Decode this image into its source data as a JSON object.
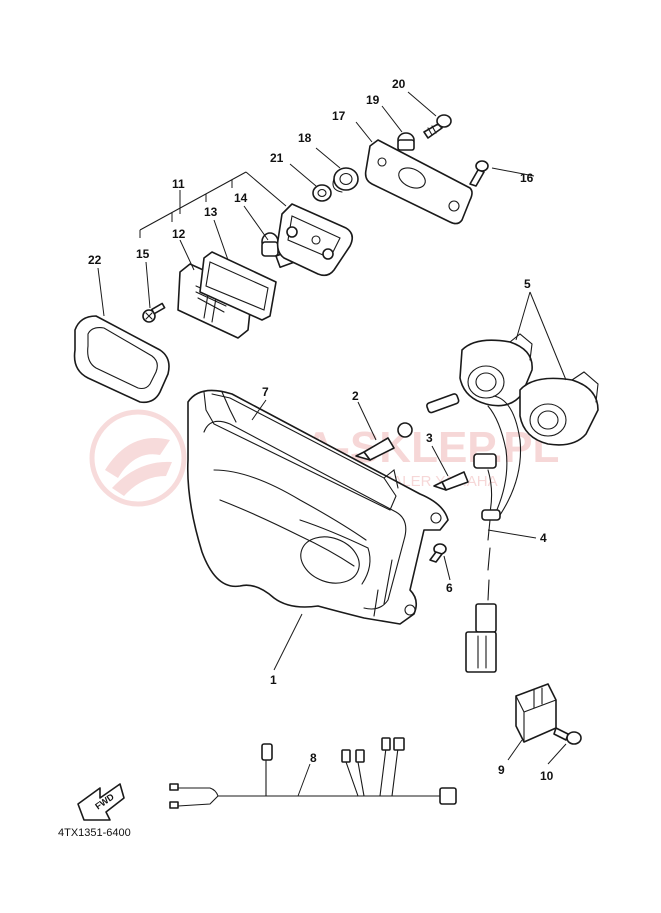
{
  "diagram_code": "4TX1351-6400",
  "fwd_label": "FWD",
  "watermark": {
    "main": "MOMA-SKLEP.PL",
    "sub": "MOTOCYKLE | QUADY | DEALER YAMAHA"
  },
  "callouts": [
    {
      "id": "1",
      "label": "1"
    },
    {
      "id": "2",
      "label": "2"
    },
    {
      "id": "3",
      "label": "3"
    },
    {
      "id": "4",
      "label": "4"
    },
    {
      "id": "5",
      "label": "5"
    },
    {
      "id": "6",
      "label": "6"
    },
    {
      "id": "7",
      "label": "7"
    },
    {
      "id": "8",
      "label": "8"
    },
    {
      "id": "9",
      "label": "9"
    },
    {
      "id": "10",
      "label": "10"
    },
    {
      "id": "11",
      "label": "11"
    },
    {
      "id": "12",
      "label": "12"
    },
    {
      "id": "13",
      "label": "13"
    },
    {
      "id": "14",
      "label": "14"
    },
    {
      "id": "15",
      "label": "15"
    },
    {
      "id": "16",
      "label": "16"
    },
    {
      "id": "17",
      "label": "17"
    },
    {
      "id": "18",
      "label": "18"
    },
    {
      "id": "19",
      "label": "19"
    },
    {
      "id": "20",
      "label": "20"
    },
    {
      "id": "21",
      "label": "21"
    },
    {
      "id": "22",
      "label": "22"
    }
  ],
  "colors": {
    "line": "#1a1a1a",
    "watermark": "#f0b8b8",
    "background": "#ffffff"
  }
}
